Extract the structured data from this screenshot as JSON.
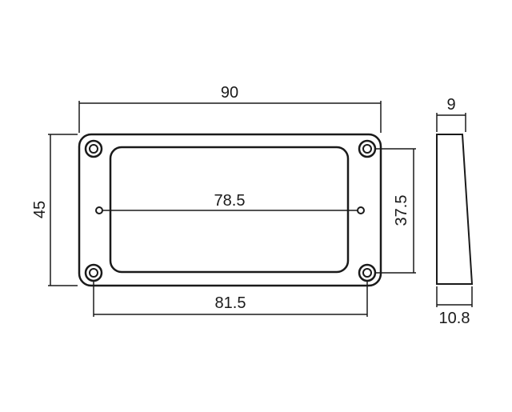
{
  "dimensions": {
    "overall_width": "90",
    "overall_height": "45",
    "hole_spacing_horizontal": "81.5",
    "hole_spacing_vertical": "37.5",
    "inner_slot_hole_spacing": "78.5",
    "top_thickness": "9",
    "bottom_thickness": "10.8"
  },
  "colors": {
    "line": "#1a1a1a",
    "background": "#ffffff"
  }
}
